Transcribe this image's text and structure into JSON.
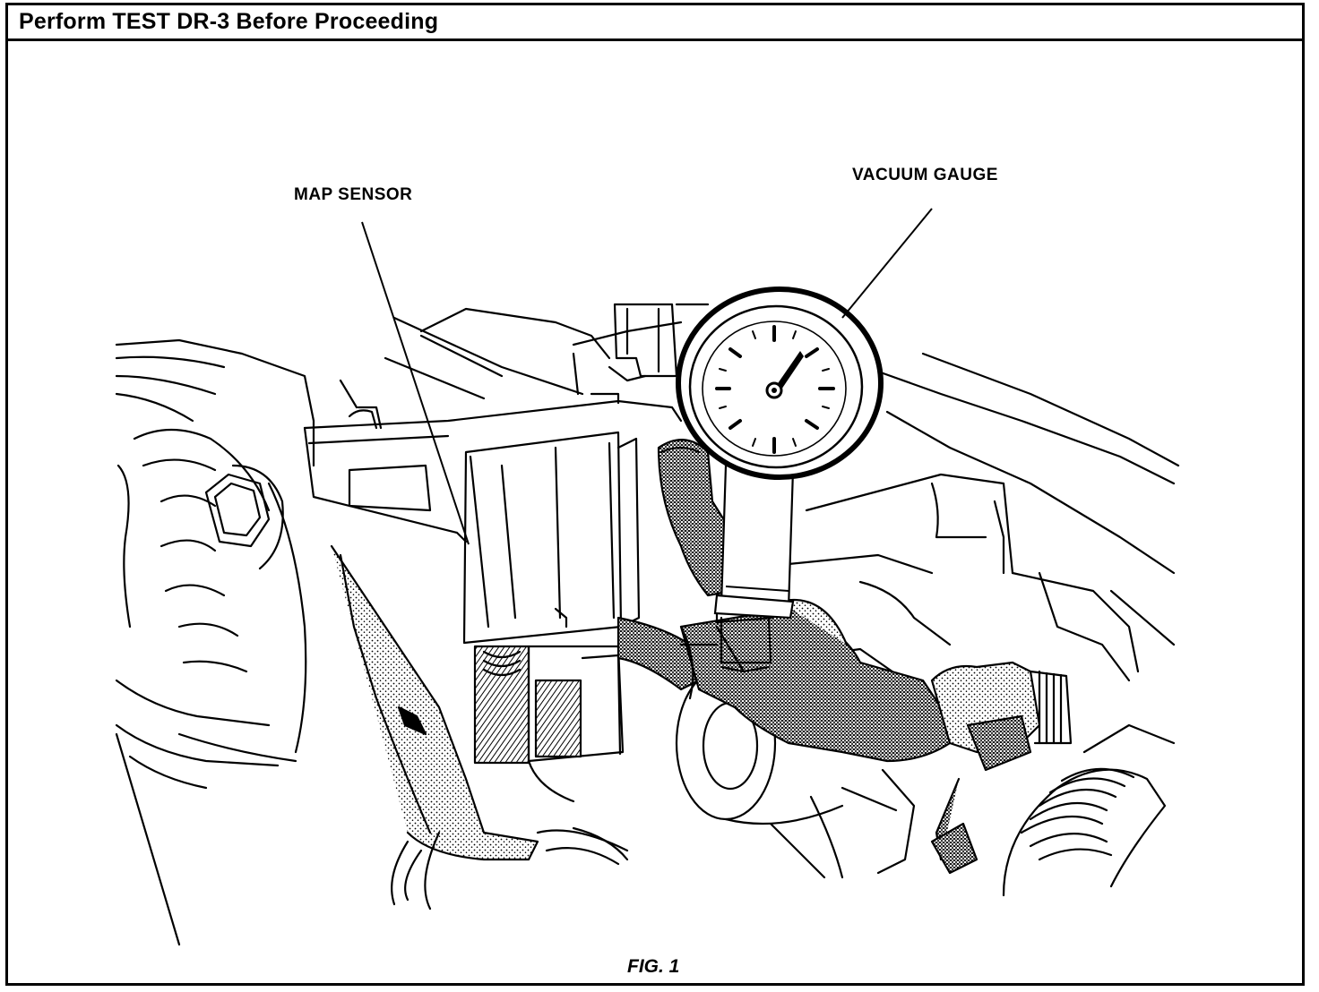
{
  "header": {
    "title": "Perform TEST DR-3 Before Proceeding"
  },
  "callouts": {
    "map_sensor": "MAP SENSOR",
    "vacuum_gauge": "VACUUM GAUGE"
  },
  "figure": {
    "caption": "FIG. 1"
  }
}
